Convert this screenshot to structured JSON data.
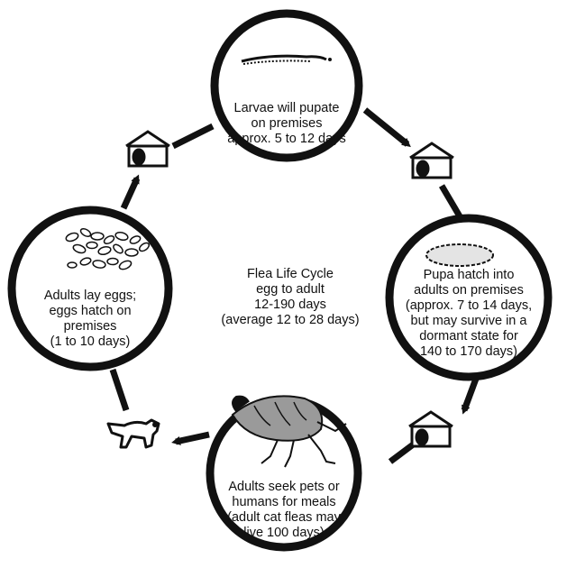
{
  "center": {
    "lines": [
      "Flea Life Cycle",
      "egg to adult",
      "12-190 days",
      "(average 12 to 28 days)"
    ]
  },
  "stages": [
    {
      "name": "larvae",
      "lines": [
        "Larvae will pupate",
        "on premises",
        "approx. 5 to 12 days"
      ]
    },
    {
      "name": "pupa",
      "lines": [
        "Pupa hatch into",
        "adults on premises",
        "(approx. 7 to 14 days,",
        "but may survive in a",
        "dormant state for",
        "140 to 170 days)"
      ]
    },
    {
      "name": "adults-feed",
      "lines": [
        "Adults seek pets or",
        "humans for meals",
        "(adult cat fleas may",
        "live 100 days)"
      ]
    },
    {
      "name": "eggs",
      "lines": [
        "Adults lay eggs;",
        "eggs hatch on",
        "premises",
        "(1 to 10 days)"
      ]
    }
  ],
  "icons": [
    "doghouse-icon",
    "doghouse-icon",
    "doghouse-icon",
    "dog-icon"
  ],
  "colors": {
    "stroke": "#111111",
    "background": "#ffffff"
  }
}
